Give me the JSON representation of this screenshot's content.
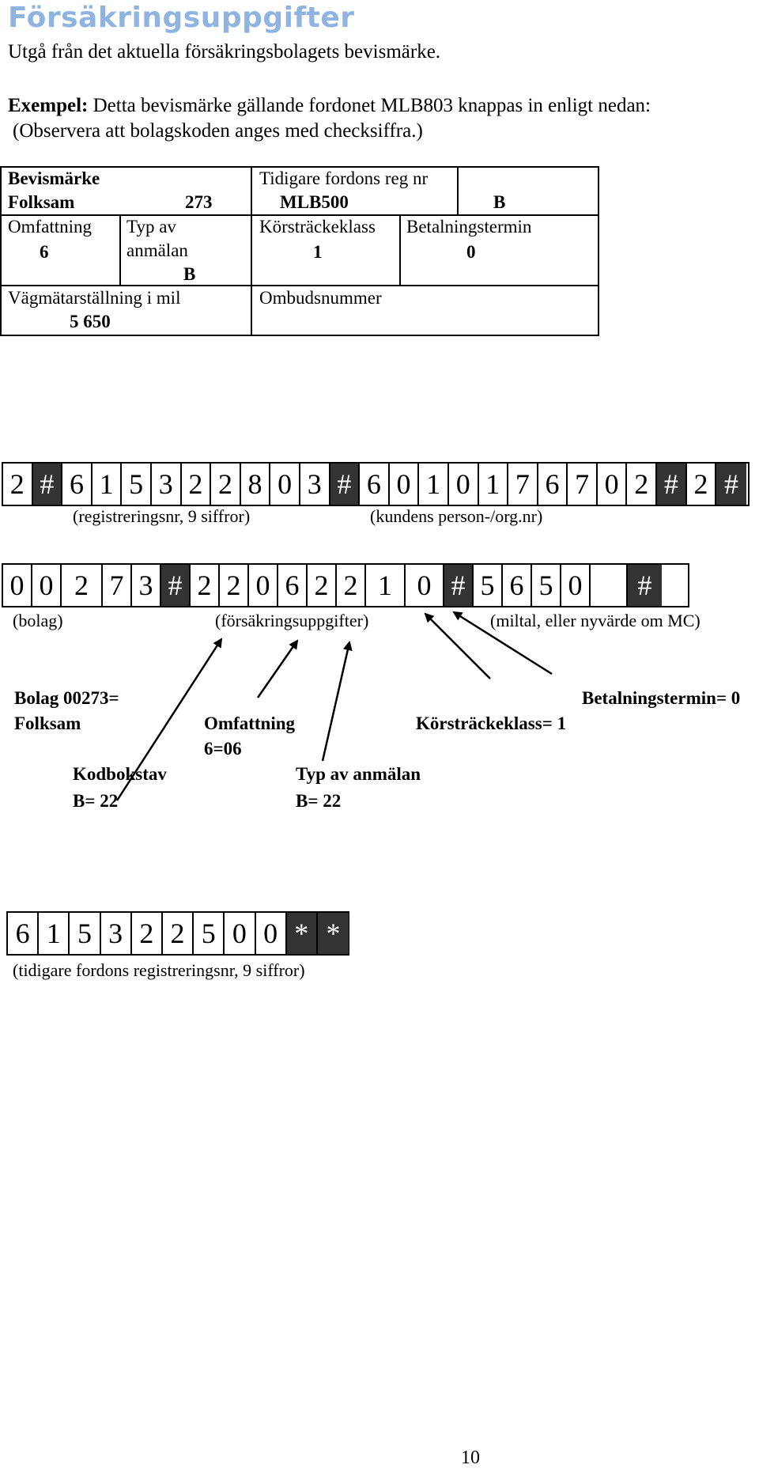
{
  "heading": "Försäkringsuppgifter",
  "intro": {
    "line1": "Utgå från det aktuella försäkringsbolagets bevismärke.",
    "example_label": "Exempel:",
    "example_text": " Detta bevismärke gällande fordonet MLB803 knappas in enligt nedan:",
    "line3": "(Observera att bolagskoden anges med checksiffra.)"
  },
  "card": {
    "bevismarke": "Bevismärke",
    "folksam": "Folksam",
    "folksam_code": "273",
    "omfattning_label": "Omfattning",
    "omfattning_value": "6",
    "typ_label_1": "Typ av",
    "typ_label_2": "anmälan",
    "typ_value": "B",
    "vagmatare_label": "Vägmätarställning i mil",
    "vagmatare_value": "5 650",
    "tidigare_label": "Tidigare fordons reg nr",
    "tidigare_value": "MLB500",
    "tidigare_code": "B",
    "korstracke_label": "Körsträckeklass",
    "korstracke_value": "1",
    "betalning_label": "Betalningstermin",
    "betalning_value": "0",
    "ombud_label": "Ombudsnummer"
  },
  "strip1": {
    "cells": [
      "2",
      "#",
      "6",
      "1",
      "5",
      "3",
      "2",
      "2",
      "8",
      "0",
      "3",
      "#",
      "6",
      "0",
      "1",
      "0",
      "1",
      "7",
      "6",
      "7",
      "0",
      "2",
      "#",
      "2",
      "#"
    ],
    "caption_left": "(registreringsnr, 9 siffror)",
    "caption_right": "(kundens person-/org.nr)"
  },
  "strip2": {
    "cells": [
      "0",
      "0",
      "2",
      "7",
      "3",
      "#",
      "2",
      "2",
      "0",
      "6",
      "2",
      "2",
      "1",
      "0",
      "#",
      "5",
      "6",
      "5",
      "0",
      "",
      "#"
    ],
    "caption_bolag": "(bolag)",
    "caption_forsakring": "(försäkringsuppgifter)",
    "caption_miltal": "(miltal, eller nyvärde om MC)"
  },
  "legend": {
    "bolag_1": "Bolag 00273=",
    "bolag_2": "Folksam",
    "omfattning_1": "Omfattning",
    "omfattning_2": "6=06",
    "korstracke": "Körsträckeklass= 1",
    "betalning": "Betalningstermin= 0",
    "kodbokstav_1": "Kodbokstav",
    "kodbokstav_2": "B= 22",
    "typ_1": "Typ av anmälan",
    "typ_2": "B= 22"
  },
  "strip3": {
    "cells": [
      "6",
      "1",
      "5",
      "3",
      "2",
      "2",
      "5",
      "0",
      "0",
      "*",
      "*"
    ],
    "caption": "(tidigare fordons registreringsnr, 9 siffror)"
  },
  "page_number": "10"
}
